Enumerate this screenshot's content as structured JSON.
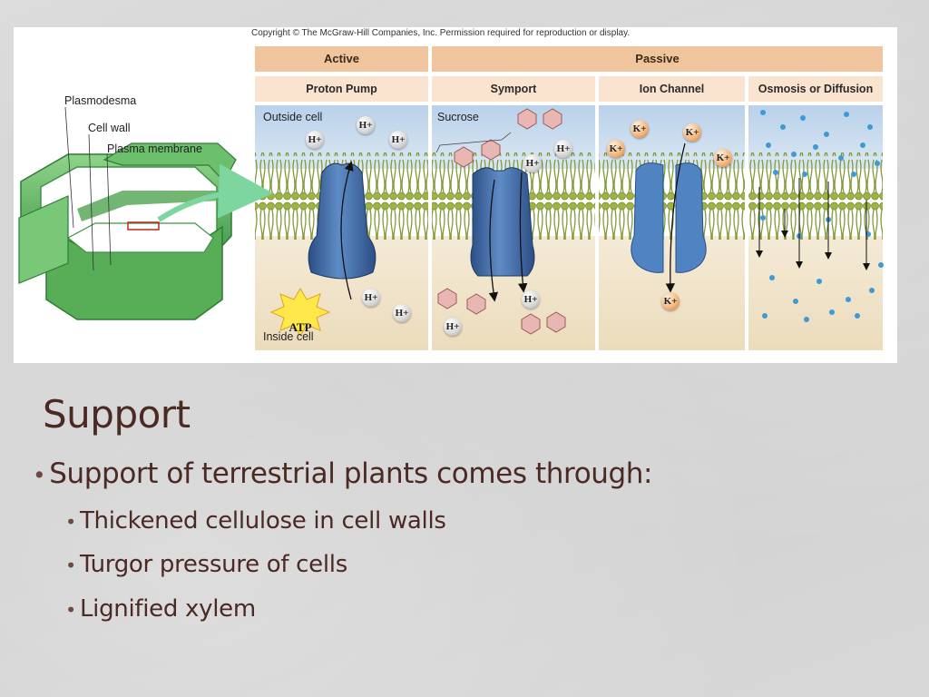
{
  "figure": {
    "copyright": "Copyright © The McGraw-Hill Companies, Inc. Permission required for reproduction or display.",
    "headers": {
      "active": "Active",
      "passive": "Passive"
    },
    "columns": [
      "Proton Pump",
      "Symport",
      "Ion Channel",
      "Osmosis or Diffusion"
    ],
    "cell_labels": {
      "plasmodesma": "Plasmodesma",
      "cell_wall": "Cell wall",
      "plasma_membrane": "Plasma membrane"
    },
    "outside_cell": "Outside cell",
    "inside_cell": "Inside cell",
    "sucrose": "Sucrose",
    "atp": "ATP",
    "ion_h": "H+",
    "ion_k": "K+",
    "colors": {
      "header_bg": "#f0c49c",
      "subheader_bg": "#fbe4cf",
      "outside_bg": "#c8dbef",
      "inside_bg": "#f1e6cf",
      "membrane_green": "#8ea53a",
      "protein_blue": "#3f6aa3",
      "cell_wall_green": "#4fae52"
    }
  },
  "slide": {
    "title": "Support",
    "bullet_main": "Support of terrestrial plants comes through:",
    "sub_bullets": [
      "Thickened cellulose in cell walls",
      "Turgor pressure of cells",
      "Lignified xylem"
    ],
    "colors": {
      "text": "#4a2a22"
    }
  }
}
